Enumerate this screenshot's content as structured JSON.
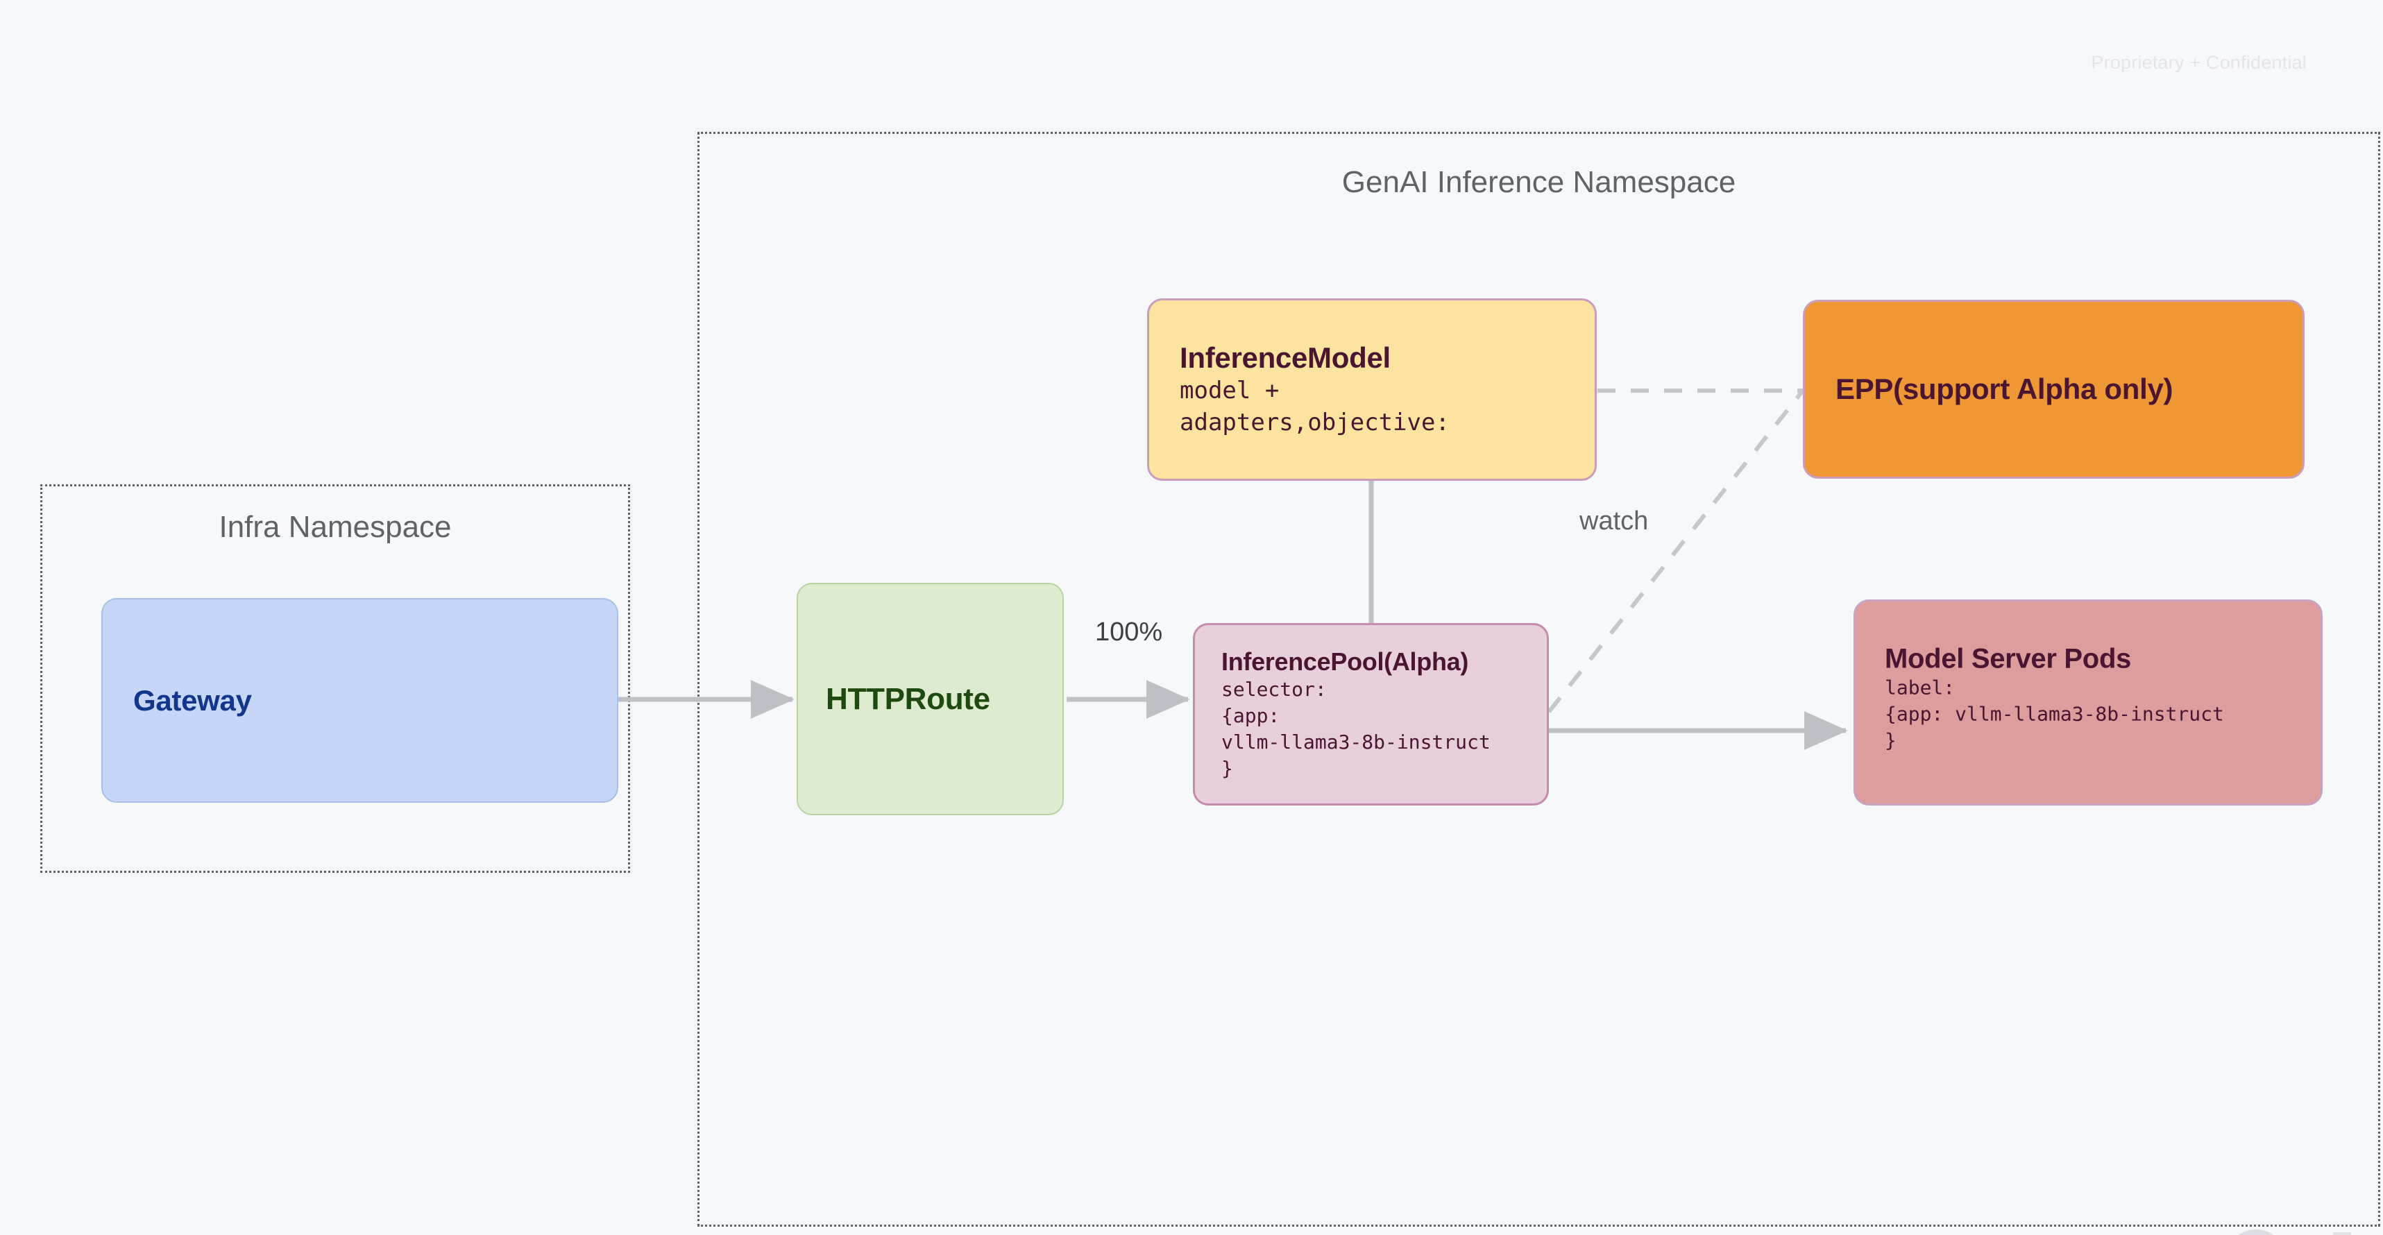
{
  "page": {
    "watermark": "Proprietary + Confidential",
    "background_color": "#f7f8fa"
  },
  "namespaces": [
    {
      "id": "infra",
      "title": "Infra Namespace",
      "border_color": "#5f6368",
      "border_style": "dotted"
    },
    {
      "id": "genai",
      "title": "GenAI Inference Namespace",
      "border_color": "#5f6368",
      "border_style": "dotted"
    }
  ],
  "nodes": {
    "gateway": {
      "title": "Gateway",
      "fill": "#c5d6f7",
      "stroke": "#a9bfe8",
      "text_color": "#11368c"
    },
    "httproute": {
      "title": "HTTPRoute",
      "fill": "#ddeccf",
      "stroke": "#b6d4a0",
      "text_color": "#1e4a10"
    },
    "inferencemodel": {
      "title": "InferenceModel",
      "sub": "model +\nadapters,objective:",
      "fill": "#fbe3a0",
      "stroke": "#cc9cbd",
      "text_color": "#4a1530"
    },
    "inferencepool": {
      "title": "InferencePool(Alpha)",
      "sub": "selector:\n{app:\nvllm-llama3-8b-instruct\n}",
      "fill": "#e8cfdc",
      "stroke": "#c58bac",
      "text_color": "#4a1530"
    },
    "epp": {
      "title": "EPP(support Alpha only)",
      "fill": "#ee9735",
      "stroke": "#cc9cbd",
      "text_color": "#4a1530"
    },
    "modelserverpods": {
      "title": "Model Server Pods",
      "sub": "label:\n{app: vllm-llama3-8b-instruct\n}",
      "fill": "#dd9d9d",
      "stroke": "#c8a3c0",
      "text_color": "#4a1530"
    }
  },
  "edges": {
    "gateway_to_httproute": {
      "label": "",
      "style": "solid",
      "arrow": true
    },
    "httproute_to_inferencepool": {
      "label": "100%",
      "style": "solid",
      "arrow": true
    },
    "inferencemodel_to_inferencepool": {
      "label": "",
      "style": "solid",
      "arrow": false
    },
    "inferencemodel_to_epp": {
      "label": "",
      "style": "dashed",
      "arrow": false
    },
    "inferencepool_to_epp": {
      "label": "watch",
      "style": "dashed",
      "arrow": false
    },
    "inferencepool_to_modelserverpods": {
      "label": "",
      "style": "solid",
      "arrow": true
    }
  },
  "edge_colors": {
    "solid": "#bdc1c6",
    "dashed": "#c4c7cb"
  }
}
